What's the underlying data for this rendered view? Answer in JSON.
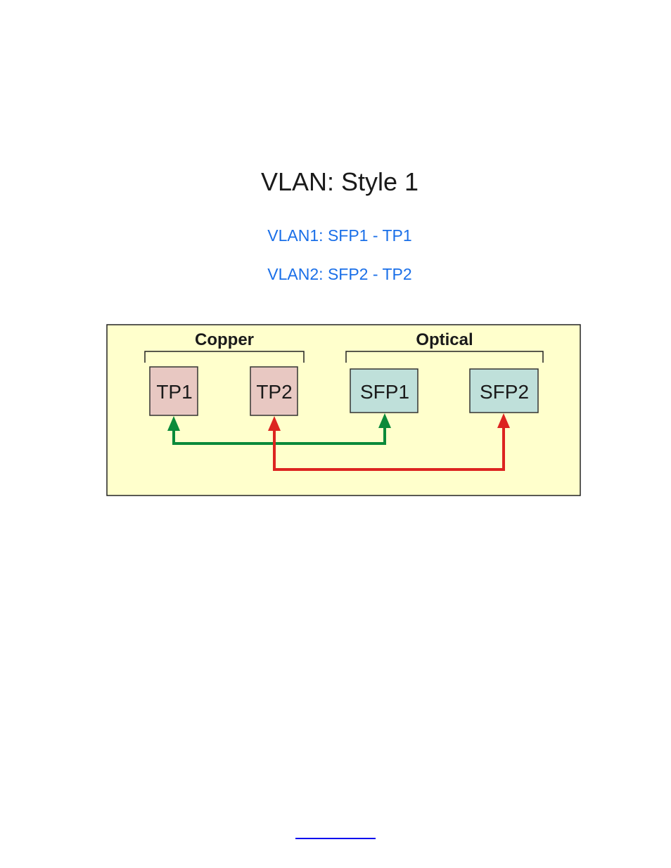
{
  "title": "VLAN: Style 1",
  "vlans": [
    {
      "label": "VLAN1: SFP1 - TP1",
      "color": "#1a6fe8"
    },
    {
      "label": "VLAN2: SFP2 - TP2",
      "color": "#1a6fe8"
    }
  ],
  "diagram": {
    "groups": [
      {
        "label": "Copper"
      },
      {
        "label": "Optical"
      }
    ],
    "ports": [
      {
        "id": "TP1",
        "label": "TP1",
        "type": "copper",
        "fill": "#e8c8c2"
      },
      {
        "id": "TP2",
        "label": "TP2",
        "type": "copper",
        "fill": "#e8c8c2"
      },
      {
        "id": "SFP1",
        "label": "SFP1",
        "type": "optical",
        "fill": "#bfe0da"
      },
      {
        "id": "SFP2",
        "label": "SFP2",
        "type": "optical",
        "fill": "#bfe0da"
      }
    ],
    "links": [
      {
        "vlan": "VLAN1",
        "from": "TP1",
        "to": "SFP1",
        "color": "#0a8a3a"
      },
      {
        "vlan": "VLAN2",
        "from": "TP2",
        "to": "SFP2",
        "color": "#dc2420"
      }
    ],
    "background": "#ffffcc"
  }
}
